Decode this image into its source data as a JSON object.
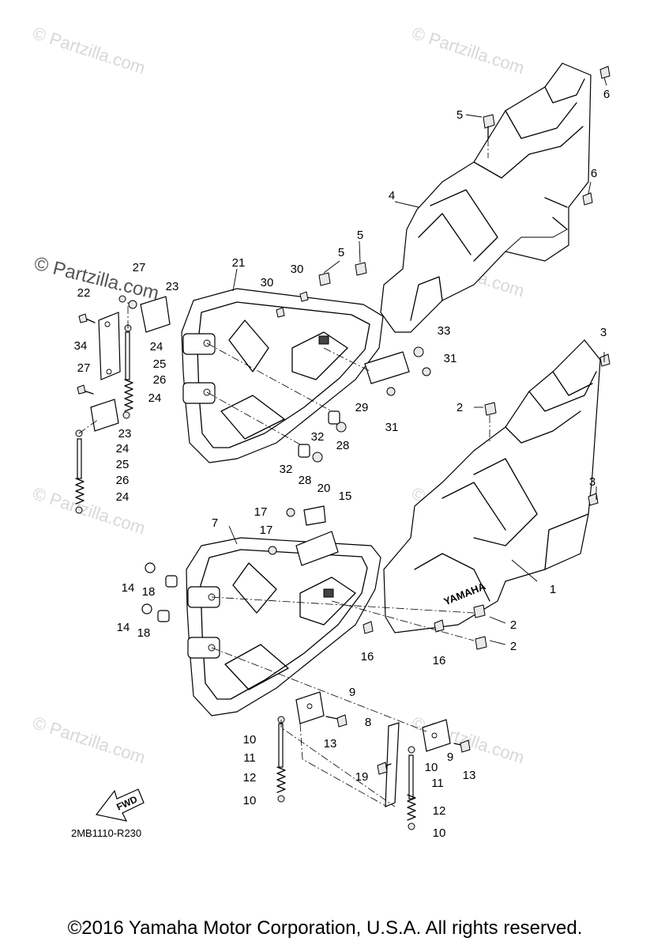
{
  "watermark": {
    "text": "© Partzilla.com",
    "large_text": "© Partzilla.com"
  },
  "diagram_code": "2MB1110-R230",
  "fwd_label": "FWD",
  "brand_mark": "YAMAHA",
  "footer": "©2016 Yamaha Motor Corporation, U.S.A. All rights reserved.",
  "callouts": {
    "c1": "1",
    "c2a": "2",
    "c2b": "2",
    "c2c": "2",
    "c3a": "3",
    "c3b": "3",
    "c4": "4",
    "c5a": "5",
    "c5b": "5",
    "c5c": "5",
    "c6a": "6",
    "c6b": "6",
    "c7": "7",
    "c8": "8",
    "c9a": "9",
    "c9b": "9",
    "c10a": "10",
    "c10b": "10",
    "c10c": "10",
    "c10d": "10",
    "c11a": "11",
    "c11b": "11",
    "c12a": "12",
    "c12b": "12",
    "c13a": "13",
    "c13b": "13",
    "c14a": "14",
    "c14b": "14",
    "c15": "15",
    "c16a": "16",
    "c16b": "16",
    "c17a": "17",
    "c17b": "17",
    "c18a": "18",
    "c18b": "18",
    "c19": "19",
    "c20": "20",
    "c21": "21",
    "c22": "22",
    "c23a": "23",
    "c23b": "23",
    "c24a": "24",
    "c24b": "24",
    "c24c": "24",
    "c24d": "24",
    "c25a": "25",
    "c25b": "25",
    "c26a": "26",
    "c26b": "26",
    "c27a": "27",
    "c27b": "27",
    "c28a": "28",
    "c28b": "28",
    "c29": "29",
    "c30a": "30",
    "c30b": "30",
    "c31a": "31",
    "c31b": "31",
    "c32a": "32",
    "c32b": "32",
    "c33": "33",
    "c34": "34"
  }
}
